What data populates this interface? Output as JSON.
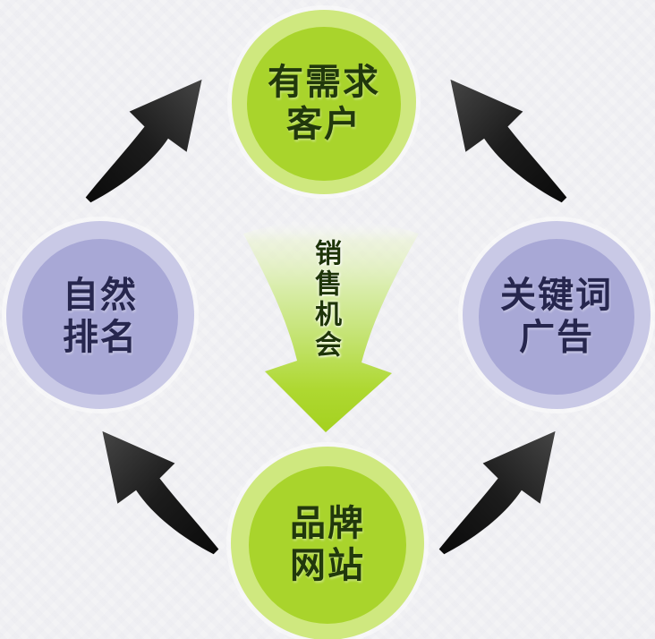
{
  "nodes": {
    "top": {
      "line1": "有需求",
      "line2": "客户"
    },
    "left": {
      "line1": "自然",
      "line2": "排名"
    },
    "right": {
      "line1": "关键词",
      "line2": "广告"
    },
    "bottom": {
      "line1": "品牌",
      "line2": "网站"
    }
  },
  "center_arrow": {
    "label": "销售机会"
  },
  "colors": {
    "background": "#f3f3f5",
    "green_outer": "#cfe87f",
    "green_inner": "#a9d42c",
    "green_text": "#21380c",
    "purple_outer": "#c9c9e6",
    "purple_inner": "#a8a8d6",
    "purple_text": "#26264e",
    "arrow_black_dark": "#0a0a0a",
    "arrow_black_mid": "#1c1c1c",
    "arrow_black_light": "#454545",
    "center_green_pale": "#eaf4cd",
    "center_green_mid": "#c4e372",
    "center_green_deep": "#a4d11f",
    "center_text": "#1e3408"
  }
}
